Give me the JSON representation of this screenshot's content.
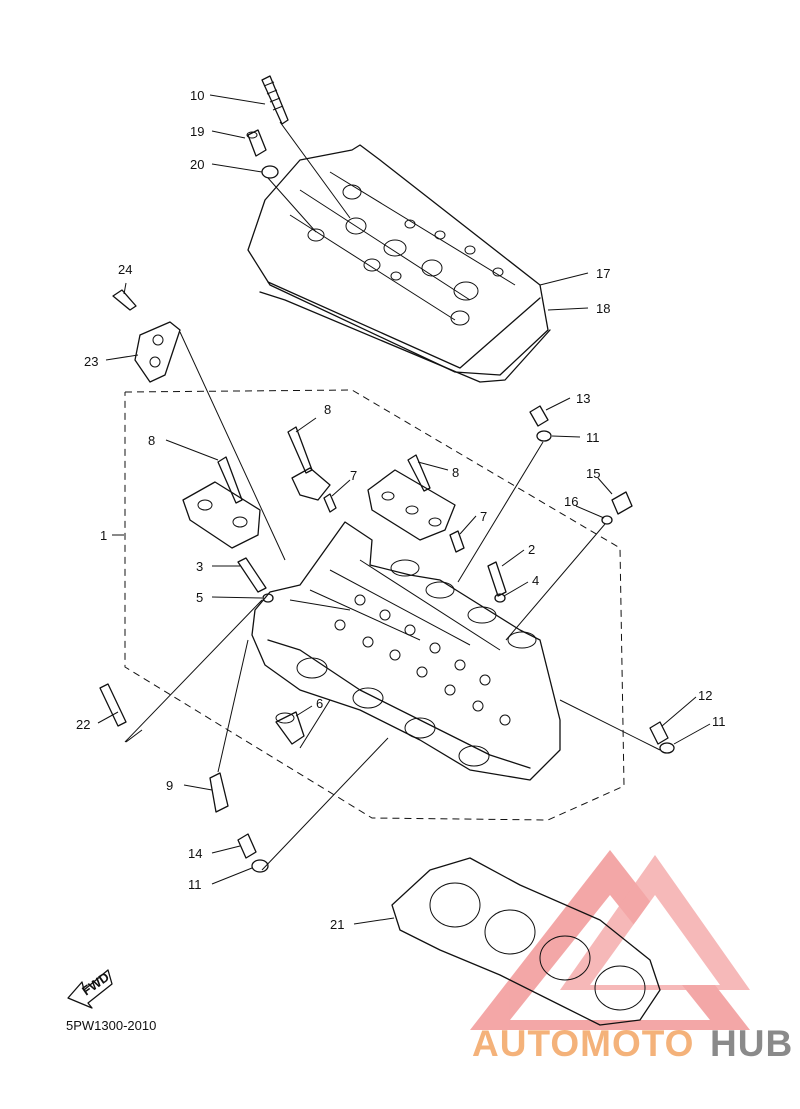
{
  "diagram": {
    "callouts": [
      {
        "id": "c10a",
        "text": "10"
      },
      {
        "id": "c19",
        "text": "19"
      },
      {
        "id": "c20",
        "text": "20"
      },
      {
        "id": "c17",
        "text": "17"
      },
      {
        "id": "c18",
        "text": "18"
      },
      {
        "id": "c24",
        "text": "24"
      },
      {
        "id": "c23",
        "text": "23"
      },
      {
        "id": "c8a",
        "text": "8"
      },
      {
        "id": "c8b",
        "text": "8"
      },
      {
        "id": "c8c",
        "text": "8"
      },
      {
        "id": "c7a",
        "text": "7"
      },
      {
        "id": "c7b",
        "text": "7"
      },
      {
        "id": "c13",
        "text": "13"
      },
      {
        "id": "c11a",
        "text": "11"
      },
      {
        "id": "c15",
        "text": "15"
      },
      {
        "id": "c16",
        "text": "16"
      },
      {
        "id": "c1",
        "text": "1"
      },
      {
        "id": "c2",
        "text": "2"
      },
      {
        "id": "c3",
        "text": "3"
      },
      {
        "id": "c4",
        "text": "4"
      },
      {
        "id": "c5",
        "text": "5"
      },
      {
        "id": "c6",
        "text": "6"
      },
      {
        "id": "c22",
        "text": "22"
      },
      {
        "id": "c12",
        "text": "12"
      },
      {
        "id": "c11b",
        "text": "11"
      },
      {
        "id": "c9",
        "text": "9"
      },
      {
        "id": "c14",
        "text": "14"
      },
      {
        "id": "c11c",
        "text": "11"
      },
      {
        "id": "c21",
        "text": "21"
      }
    ],
    "fwd_label": "FWD",
    "diagram_code": "5PW1300-2010"
  },
  "watermark": {
    "brand_part1": "AUTOMOTO",
    "brand_part2": "HUB",
    "colors": {
      "logo": "#f08a8a",
      "auto": "#f4b27a",
      "hub": "#8a8a8a"
    }
  }
}
